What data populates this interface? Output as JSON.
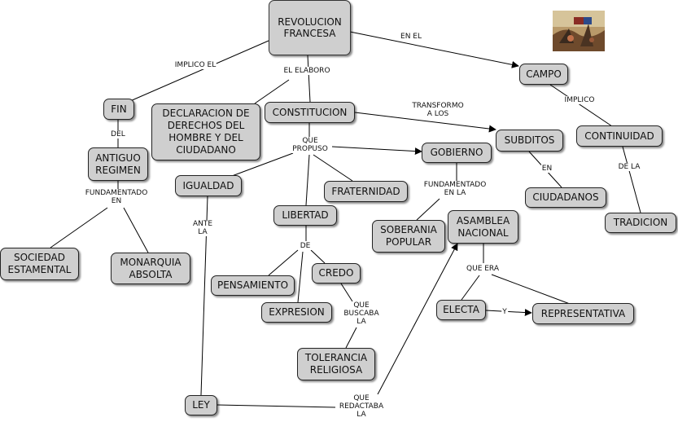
{
  "concepts": {
    "revolucion": "REVOLUCION FRANCESA",
    "campo": "CAMPO",
    "fin": "FIN",
    "declaracion": "DECLARACION DE DERECHOS DEL HOMBRE Y DEL CIUDADANO",
    "constitucion": "CONSTITUCION",
    "subditos": "SUBDITOS",
    "continuidad": "CONTINUIDAD",
    "antiguo_regimen": "ANTIGUO REGIMEN",
    "gobierno": "GOBIERNO",
    "igualdad": "IGUALDAD",
    "fraternidad": "FRATERNIDAD",
    "ciudadanos": "CIUDADANOS",
    "libertad": "LIBERTAD",
    "tradicion": "TRADICION",
    "soberania": "SOBERANIA POPULAR",
    "asamblea": "ASAMBLEA NACIONAL",
    "sociedad": "SOCIEDAD ESTAMENTAL",
    "monarquia": "MONARQUIA ABSOLTA",
    "credo": "CREDO",
    "pensamiento": "PENSAMIENTO",
    "electa": "ELECTA",
    "representativa": "REPRESENTATIVA",
    "expresion": "EXPRESION",
    "tolerancia": "TOLERANCIA RELIGIOSA",
    "ley": "LEY"
  },
  "links": {
    "en_el": "EN EL",
    "implico_el": "IMPLICO EL",
    "el_elaboro": "EL ELABORO",
    "implico": "IMPLICO",
    "transformo": "TRANSFORMO A LOS",
    "del": "DEL",
    "que_propuso": "QUE PROPUSO",
    "en": "EN",
    "de_la": "DE LA",
    "fundamentado_en": "FUNDAMENTADO EN",
    "fundamentado_en_la": "FUNDAMENTADO EN LA",
    "ante_la": "ANTE LA",
    "de": "DE",
    "que_era": "QUE ERA",
    "y": "Y",
    "que_buscaba_la": "QUE BUSCABA LA",
    "que_redactaba_la": "QUE REDACTABA LA"
  },
  "colors": {
    "node_fill": "#cfcfcf",
    "node_border": "#222222",
    "line": "#000000",
    "background": "#ffffff"
  },
  "image": {
    "subject": "revolution-painting"
  }
}
